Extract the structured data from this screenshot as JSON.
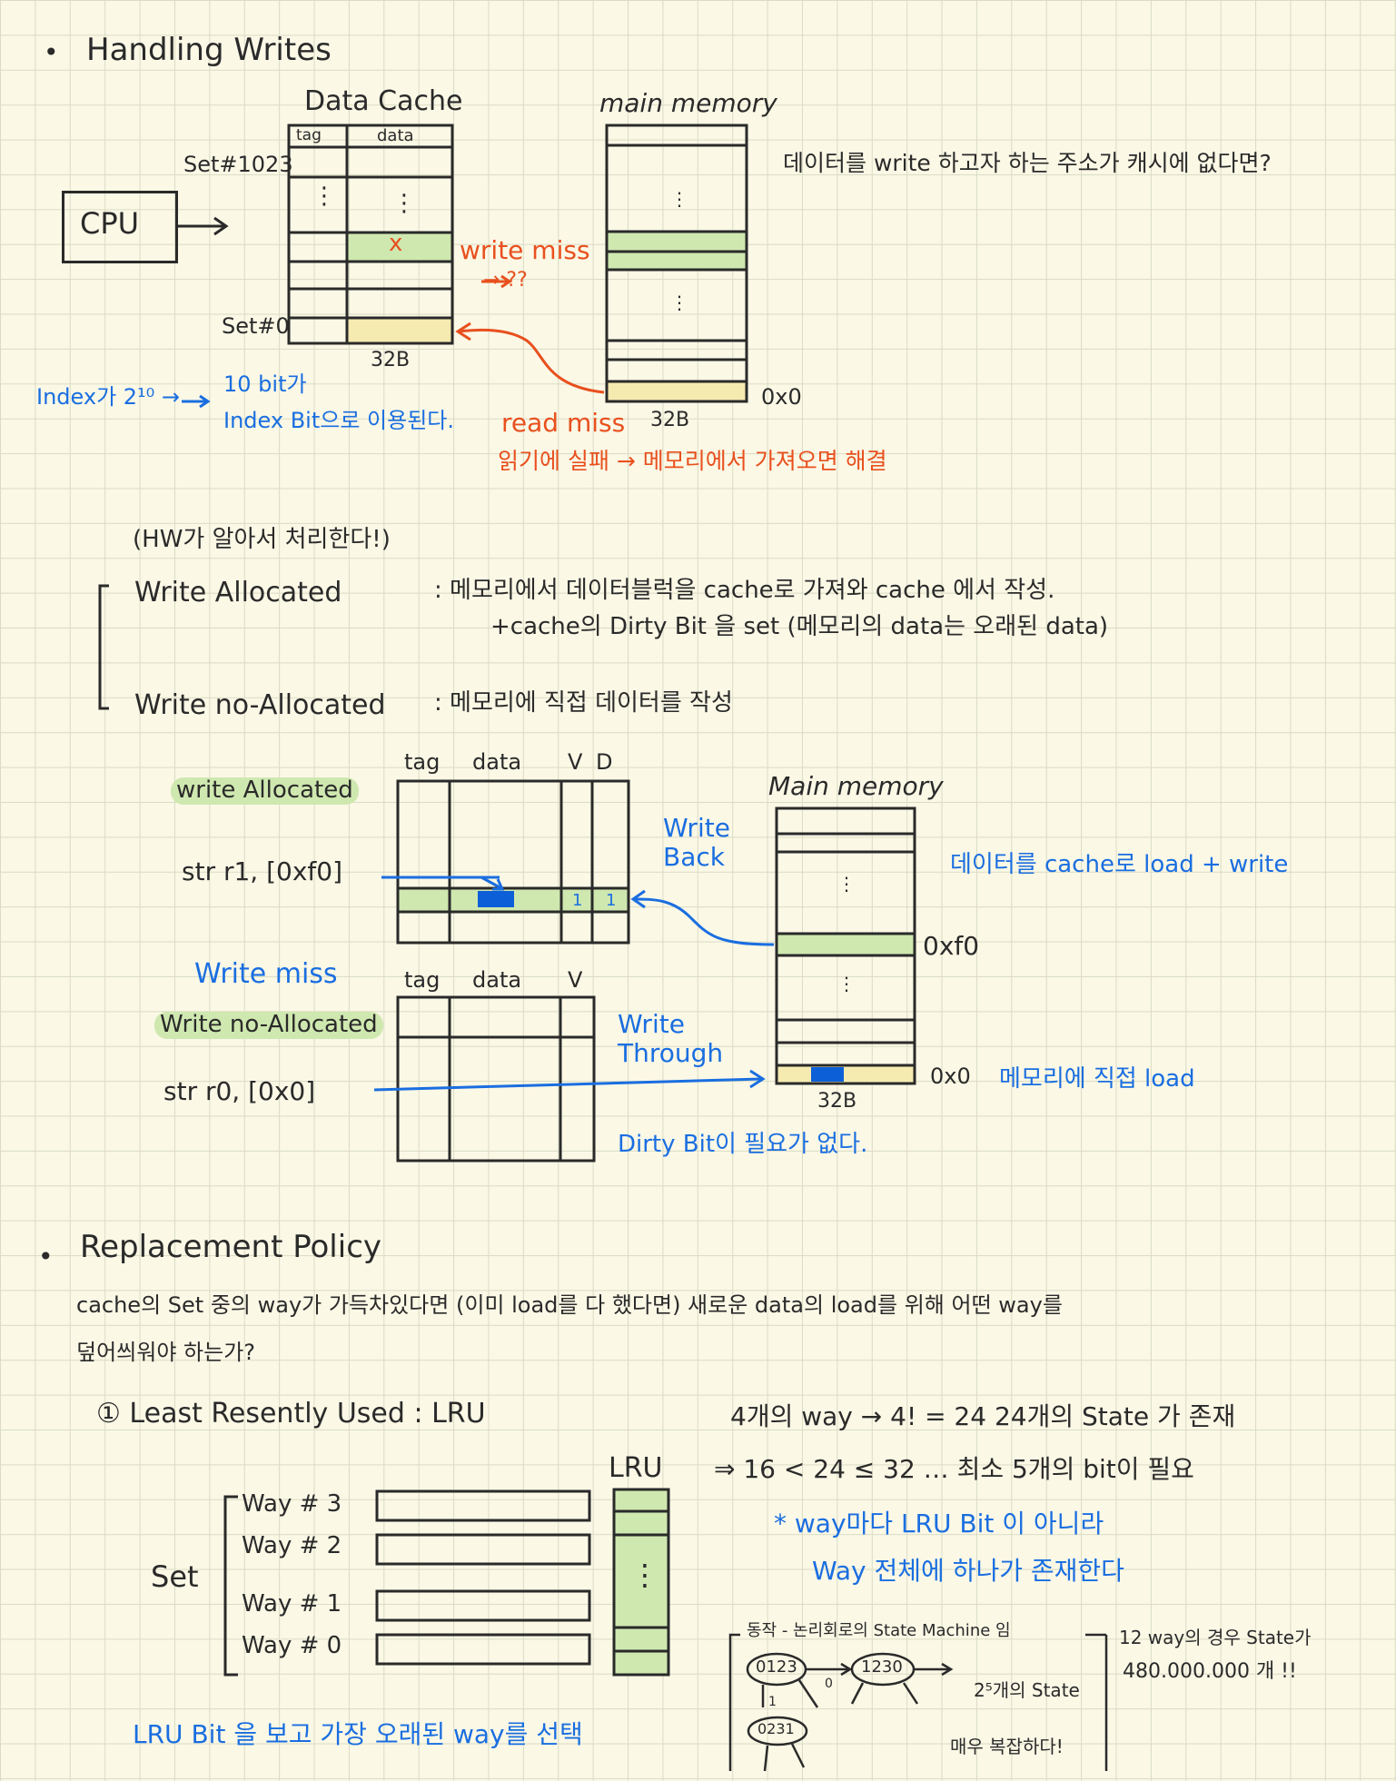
{
  "section1": {
    "bullet": "•",
    "title": "Handling Writes",
    "data_cache_label": "Data Cache",
    "tag_label": "tag",
    "data_label": "data",
    "set_top": "Set#1023",
    "set_bottom": "Set#0",
    "cpu": "CPU",
    "main_memory": "main memory",
    "write_miss": "write miss",
    "qq": "→ ??",
    "x_mark": "x",
    "size_cache": "32B",
    "size_mem": "32B",
    "addr0": "0x0",
    "note_write_missing": "데이터를 write 하고자 하는 주소가 캐시에 없다면?",
    "index_a": "Index가 2¹⁰ →",
    "index_b": "10 bit가",
    "index_c": "Index Bit으로 이용된다.",
    "read_miss": "read miss",
    "read_fix": "읽기에 실패 → 메모리에서 가져오면 해결",
    "hw_note": "(HW가 알아서 처리한다!)",
    "wa_label": "Write Allocated",
    "wa_desc1": ": 메모리에서 데이터블럭을 cache로 가져와 cache 에서 작성.",
    "wa_desc2": "+cache의 Dirty Bit 을 set (메모리의 data는 오래된 data)",
    "wna_label": "Write no-Allocated",
    "wna_desc": ": 메모리에 직접 데이터를 작성"
  },
  "section2": {
    "tag": "tag",
    "data": "data",
    "v": "V",
    "d": "D",
    "wa_badge": "write Allocated",
    "str1": "str r1, [0xf0]",
    "write_back": "Write Back",
    "main_memory": "Main memory",
    "load_write": "데이터를 cache로 load + write",
    "addr_f0": "0xf0",
    "write_miss": "Write miss",
    "wna_badge": "Write no-Allocated",
    "str0": "str r0, [0x0]",
    "write_through": "Write Through",
    "addr0": "0x0",
    "size": "32B",
    "direct_load": "메모리에 직접 load",
    "no_dirty": "Dirty Bit이 필요가 없다.",
    "bit_1a": "1",
    "bit_1b": "1"
  },
  "section3": {
    "bullet": "•",
    "title": "Replacement Policy",
    "q1": "cache의 Set 중의 way가 가득차있다면 (이미 load를 다 했다면) 새로운 data의 load를 위해 어떤 way를",
    "q2": "덮어씌워야 하는가?",
    "lru_title": "① Least Resently Used : LRU",
    "ways": "4개의 way → 4! = 24  24개의 State 가 존재",
    "bits": "⇒ 16 < 24 ≤ 32 … 최소 5개의 bit이 필요",
    "lru_label": "LRU",
    "set_label": "Set",
    "way3": "Way # 3",
    "way2": "Way # 2",
    "way1": "Way # 1",
    "way0": "Way # 0",
    "dots": "⋮",
    "note1": "* way마다 LRU Bit 이 아니라",
    "note2": "Way 전체에 하나가 존재한다",
    "state_machine": "동작 - 논리회로의 State Machine 임",
    "s1": "0123",
    "s2": "1230",
    "s3": "0231",
    "zero": "0",
    "one": "1",
    "states25": "2⁵개의 State",
    "complex": "매우 복잡하다!",
    "way12a": "12 way의 경우 State가",
    "way12b": "480.000.000 개 !!",
    "lru_pick": "LRU Bit 을 보고 가장 오래된 way를 선택"
  },
  "colors": {
    "ink": "#2a2a2a",
    "blue": "#1a6ee0",
    "red": "#e8501e",
    "highlight_green": "#cfe8b0",
    "highlight_yellow": "#f5eab0"
  }
}
